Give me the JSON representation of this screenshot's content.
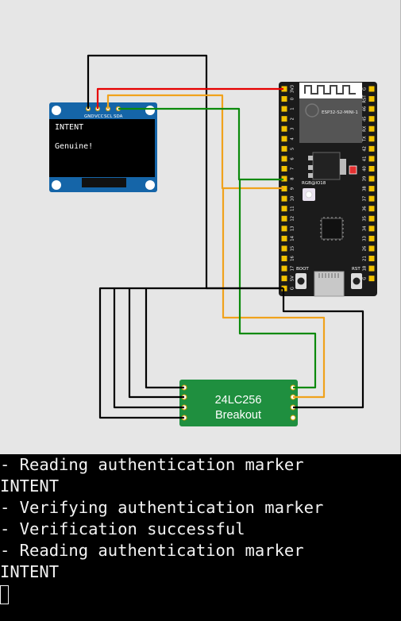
{
  "colors": {
    "vcc": "#e60000",
    "gnd": "#000000",
    "scl": "#f0a21c",
    "sda": "#0b8a0b",
    "board": "#1b1b1b",
    "oled_pcb": "#1565a8",
    "breakout_pcb": "#1f8f3f",
    "terminal_bg": "#000000"
  },
  "oled": {
    "pin_labels": [
      "GND",
      "VCC",
      "SCL",
      "SDA"
    ],
    "screen_lines": [
      "INTENT",
      "Genuine!"
    ]
  },
  "esp32": {
    "module_label": "ESP32-S2-MINI-1",
    "led_label": "RGB@IO18",
    "boot_label": "BOOT",
    "reset_label": "RST",
    "left_pins": [
      "3V3",
      "0",
      "1",
      "2",
      "3",
      "4",
      "5",
      "6",
      "7",
      "8",
      "9",
      "10",
      "11",
      "12",
      "13",
      "14",
      "15",
      "16",
      "17",
      "5V",
      "G"
    ],
    "right_pins": [
      "G",
      "RST",
      "46",
      "45",
      "RX",
      "TX",
      "42",
      "41",
      "40",
      "39",
      "38",
      "37",
      "36",
      "35",
      "34",
      "33",
      "26",
      "21",
      "18",
      "G"
    ]
  },
  "eeprom": {
    "label_line1": "24LC256",
    "label_line2": "Breakout"
  },
  "terminal": {
    "lines": [
      "- Reading authentication marker",
      "INTENT",
      "- Verifying authentication marker",
      "- Verification successful",
      "- Reading authentication marker",
      "INTENT"
    ]
  }
}
